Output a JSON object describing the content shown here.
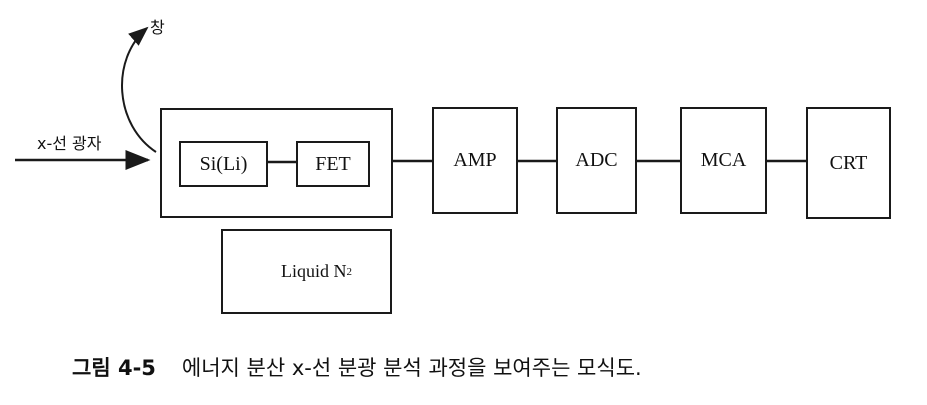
{
  "diagram": {
    "input_label": "x-선 광자",
    "window_label": "창",
    "detector": {
      "sili": "Si(Li)",
      "fet": "FET"
    },
    "coolant": {
      "text": "Liquid N",
      "subscript": "2"
    },
    "chain": [
      "AMP",
      "ADC",
      "MCA",
      "CRT"
    ]
  },
  "caption": {
    "number": "그림 4-5",
    "text": "에너지 분산 x-선 분광 분석 과정을 보여주는 모식도."
  }
}
